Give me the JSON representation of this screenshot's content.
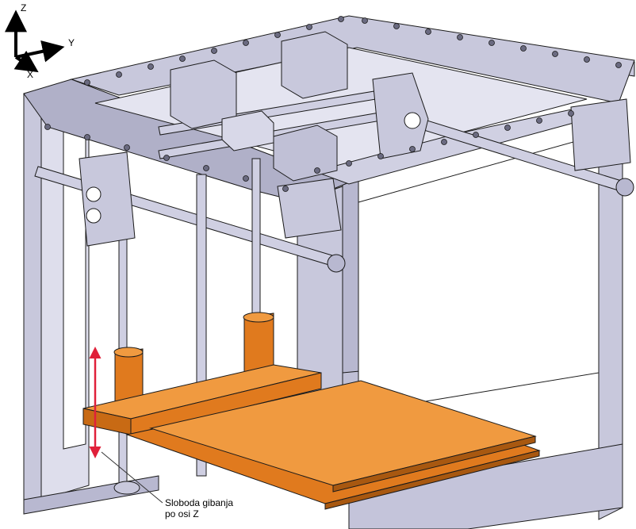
{
  "axes": {
    "z": "Z",
    "y": "Y",
    "x": "X"
  },
  "annotation": {
    "line1": "Sloboda gibanja",
    "line2": "po osi Z"
  },
  "colors": {
    "frame": "#c8c8dc",
    "frame_dark": "#9a9ab4",
    "frame_light": "#e4e4f0",
    "rod": "#cfcfe2",
    "bed": "#e07a1e",
    "bed_dark": "#a85810",
    "motion_arrow": "#e0203a",
    "outline": "#1a1a1a"
  }
}
